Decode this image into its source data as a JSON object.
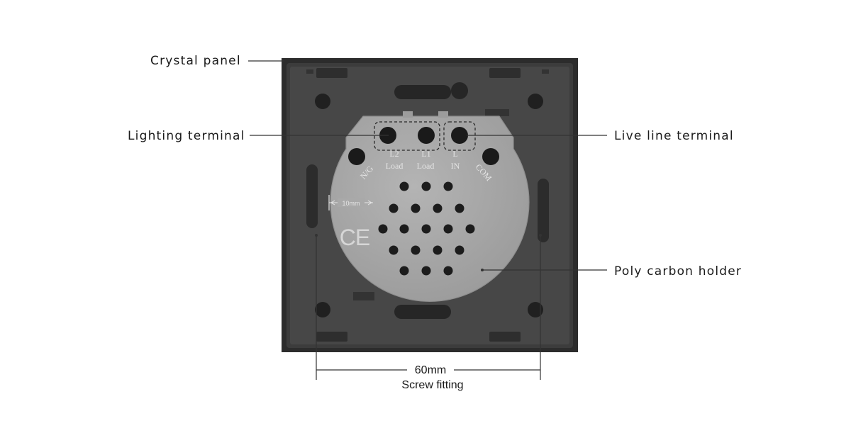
{
  "callouts": {
    "crystal_panel": "Crystal panel",
    "lighting_terminal": "Lighting terminal",
    "live_line_terminal": "Live line terminal",
    "poly_carbon_holder": "Poly carbon holder"
  },
  "dimension": {
    "value": "60mm",
    "caption": "Screw fitting"
  },
  "module_markings": {
    "ng": "N/G",
    "l2": "L2",
    "l1": "L1",
    "l": "L",
    "com": "COM",
    "load_l2": "Load",
    "load_l1": "Load",
    "in": "IN",
    "ten_mm": "10mm",
    "ce": "CE"
  },
  "colors": {
    "panel_frame": "#2f2f2f",
    "mount_plate": "#454545",
    "module_body": "#a6a6a6",
    "leader_line": "#333333"
  }
}
